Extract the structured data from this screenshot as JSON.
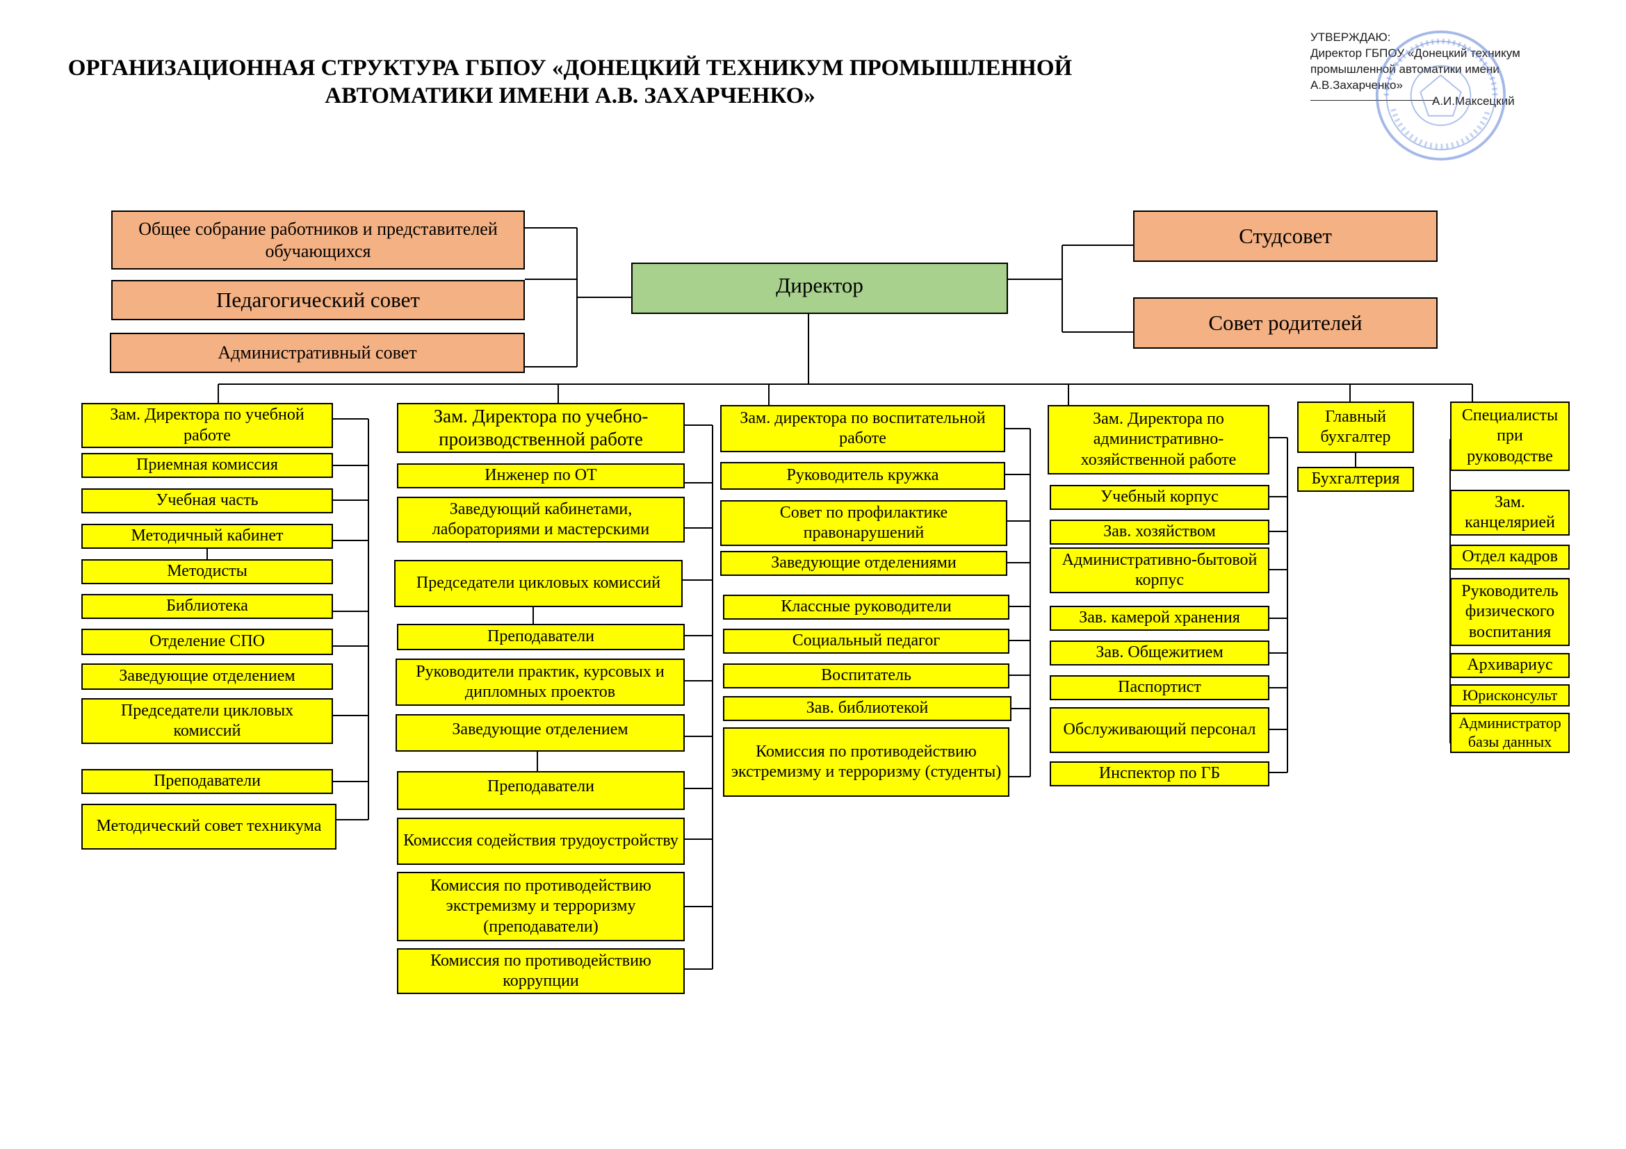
{
  "title": {
    "line1": "ОРГАНИЗАЦИОННАЯ СТРУКТУРА ГБПОУ «ДОНЕЦКИЙ ТЕХНИКУМ ПРОМЫШЛЕННОЙ",
    "line2": "АВТОМАТИКИ ИМЕНИ А.В. ЗАХАРЧЕНКО»"
  },
  "approval": {
    "line1": "УТВЕРЖДАЮ:",
    "line2": "Директор ГБПОУ «Донецкий техникум",
    "line3": "промышленной автоматики имени",
    "line4": "А.В.Захарченко»",
    "name": "А.И.Максецкий",
    "seal_color": "#5b7fd6"
  },
  "colors": {
    "yellow": "#ffff00",
    "orange": "#f4b183",
    "green": "#a9d18e",
    "line": "#000000"
  },
  "councils_left": [
    "Общее собрание работников и представителей обучающихся",
    "Педагогический совет",
    "Административный совет"
  ],
  "councils_right": [
    "Студсовет",
    "Совет родителей"
  ],
  "director": "Директор",
  "columns": [
    {
      "head": "Зам. Директора по учебной работе",
      "items": [
        "Приемная комиссия",
        "Учебная часть",
        "Методичный кабинет",
        "Методисты",
        "Библиотека",
        "Отделение СПО",
        "Заведующие отделением",
        "Председатели цикловых комиссий",
        "Преподаватели",
        "Методический совет техникума"
      ]
    },
    {
      "head": "Зам. Директора по учебно-производственной работе",
      "items": [
        "Инженер по ОТ",
        "Заведующий кабинетами, лабораториями и мастерскими",
        "Председатели цикловых комиссий",
        "Преподаватели",
        "Руководители практик, курсовых и дипломных проектов",
        "Заведующие отделением",
        "Преподаватели",
        "Комиссия содействия трудоустройству",
        "Комиссия по противодействию экстремизму и терроризму (преподаватели)",
        "Комиссия по противодействию коррупции"
      ]
    },
    {
      "head": "Зам. директора по воспитательной работе",
      "items": [
        "Руководитель кружка",
        "Совет по профилактике правонарушений",
        "Заведующие отделениями",
        "Классные руководители",
        "Социальный педагог",
        "Воспитатель",
        "Зав. библиотекой",
        "Комиссия по противодействию экстремизму и терроризму (студенты)"
      ]
    },
    {
      "head": "Зам. Директора по административно-хозяйственной работе",
      "items": [
        "Учебный корпус",
        "Зав. хозяйством",
        "Административно-бытовой корпус",
        "Зав. камерой хранения",
        "Зав. Общежитием",
        "Паспортист",
        "Обслуживающий персонал",
        "Инспектор по ГБ"
      ]
    },
    {
      "head": "Главный бухгалтер",
      "items": [
        "Бухгалтерия"
      ]
    },
    {
      "head": "Специалисты при руководстве",
      "items": [
        "Зам. канцелярией",
        "Отдел кадров",
        "Руководитель физического воспитания",
        "Архивариус",
        "Юрисконсульт",
        "Администратор базы данных"
      ]
    }
  ]
}
